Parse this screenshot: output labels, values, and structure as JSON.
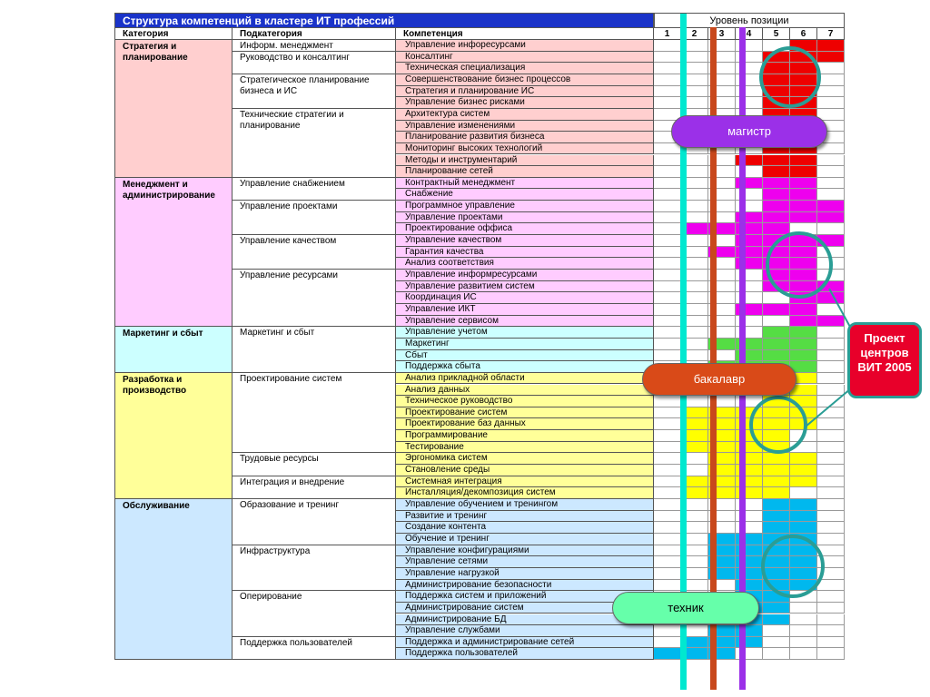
{
  "title": "Структура компетенций в кластере ИТ профессий",
  "level_title": "Уровень позиции",
  "headers": {
    "category": "Категория",
    "subcategory": "Подкатегория",
    "competency": "Компетенция"
  },
  "levels": [
    "1",
    "2",
    "3",
    "4",
    "5",
    "6",
    "7"
  ],
  "colors": {
    "red": "#ee0000",
    "magenta": "#ee00ee",
    "purple": "#8a2be2",
    "green": "#55dd44",
    "yellow": "#ffff00",
    "cyan": "#00b8ee",
    "cyan_line": "#00e8d0",
    "rust": "#c8481c",
    "violet": "#9b30e8",
    "circle": "#2a9d95",
    "title_bg": "#1a33c9"
  },
  "categories": [
    {
      "name": "Стратегия и планирование",
      "bg": "#ffcfcf",
      "color": "red",
      "subcategories": [
        {
          "name": "Информ. менеджмент",
          "rows": [
            {
              "c": "Управление инфоресурсами",
              "lv": [
                6,
                7
              ]
            }
          ]
        },
        {
          "name": "Руководство и консалтинг",
          "rows": [
            {
              "c": "Консалтинг",
              "lv": [
                5,
                6,
                7
              ]
            },
            {
              "c": "Техническая специализация",
              "lv": [
                5,
                6
              ]
            }
          ]
        },
        {
          "name": "Стратегическое планирование бизнеса и ИС",
          "rows": [
            {
              "c": "Совершенствование бизнес процессов",
              "lv": [
                5,
                6
              ]
            },
            {
              "c": "Стратегия и планирование ИС",
              "lv": [
                5,
                6
              ]
            },
            {
              "c": "Управление бизнес рисками",
              "lv": [
                5,
                6
              ]
            }
          ]
        },
        {
          "name": "Технические стратегии и планирование",
          "rows": [
            {
              "c": "Архитектура систем",
              "lv": [
                5,
                6
              ]
            },
            {
              "c": "Управление изменениями",
              "lv": [
                5,
                6
              ]
            },
            {
              "c": "Планирование развития бизнеса",
              "lv": [
                5,
                6
              ]
            },
            {
              "c": "Мониторинг высоких технологий",
              "lv": [
                5,
                6
              ]
            },
            {
              "c": "Методы и инструментарий",
              "lv": [
                4,
                5,
                6
              ]
            },
            {
              "c": "Планирование сетей",
              "lv": [
                5,
                6
              ]
            }
          ]
        }
      ]
    },
    {
      "name": "Менеджмент и администрирование",
      "bg": "#ffccff",
      "color": "magenta",
      "subcategories": [
        {
          "name": "Управление снабжением",
          "rows": [
            {
              "c": "Контрактный менеджмент",
              "lv": [
                4,
                5,
                6
              ]
            },
            {
              "c": "Снабжение",
              "lv": [
                5,
                6
              ]
            }
          ]
        },
        {
          "name": "Управление проектами",
          "rows": [
            {
              "c": "Программное управление",
              "lv": [
                5,
                6,
                7
              ]
            },
            {
              "c": "Управление проектами",
              "lv": [
                4,
                5,
                6,
                7
              ]
            },
            {
              "c": "Проектирование оффиса",
              "lv": [
                2,
                3,
                4,
                5
              ]
            }
          ]
        },
        {
          "name": "Управление качеством",
          "rows": [
            {
              "c": "Управление качеством",
              "lv": [
                4,
                5,
                6,
                7
              ]
            },
            {
              "c": "Гарантия качества",
              "lv": [
                3,
                4,
                5,
                6
              ]
            },
            {
              "c": "Анализ соответствия",
              "lv": [
                4,
                5,
                6
              ]
            }
          ]
        },
        {
          "name": "Управление ресурсами",
          "rows": [
            {
              "c": "Управление информресурсами",
              "lv": [
                5,
                6
              ]
            },
            {
              "c": "Управление развитием систем",
              "lv": [
                5,
                6,
                7
              ]
            },
            {
              "c": "Координация ИС",
              "lv": [
                6,
                7
              ]
            },
            {
              "c": "Управление ИКТ",
              "lv": [
                4,
                5,
                6
              ]
            },
            {
              "c": "Управление сервисом",
              "lv": [
                6,
                7
              ]
            }
          ]
        }
      ]
    },
    {
      "name": "Маркетинг и сбыт",
      "bg": "#ccffff",
      "color": "green",
      "subcategories": [
        {
          "name": "Маркетинг и сбыт",
          "rows": [
            {
              "c": "Управление учетом",
              "lv": [
                5,
                6
              ]
            },
            {
              "c": "Маркетинг",
              "lv": [
                3,
                4,
                5,
                6
              ]
            },
            {
              "c": "Сбыт",
              "lv": [
                4,
                5,
                6
              ]
            },
            {
              "c": "Поддержка сбыта",
              "lv": [
                3,
                4,
                5,
                6
              ]
            }
          ]
        }
      ]
    },
    {
      "name": "Разработка и производство",
      "bg": "#ffff99",
      "color": "yellow",
      "subcategories": [
        {
          "name": "Проектирование систем",
          "rows": [
            {
              "c": "Анализ прикладной области",
              "lv": [
                3,
                4,
                5,
                6
              ]
            },
            {
              "c": "Анализ данных",
              "lv": [
                3,
                4,
                5,
                6
              ]
            },
            {
              "c": "Техническое руководство",
              "lv": [
                5,
                6
              ]
            },
            {
              "c": "Проектирование систем",
              "lv": [
                2,
                3,
                4,
                5,
                6
              ]
            },
            {
              "c": "Проектирование баз данных",
              "lv": [
                2,
                3,
                4,
                5,
                6
              ]
            },
            {
              "c": "Программирование",
              "lv": [
                2,
                3,
                4,
                5
              ]
            },
            {
              "c": "Тестирование",
              "lv": [
                2,
                3,
                4,
                5
              ]
            }
          ]
        },
        {
          "name": "Трудовые ресурсы",
          "rows": [
            {
              "c": "Эргономика систем",
              "lv": [
                3,
                4,
                5,
                6
              ]
            },
            {
              "c": "Становление среды",
              "lv": [
                3,
                4,
                5,
                6
              ]
            }
          ]
        },
        {
          "name": "Интеграция и внедрение",
          "rows": [
            {
              "c": "Системная интеграция",
              "lv": [
                2,
                3,
                4,
                5,
                6
              ]
            },
            {
              "c": "Инсталляция/декомпозиция систем",
              "lv": [
                2,
                3,
                4,
                5
              ]
            }
          ]
        }
      ]
    },
    {
      "name": "Обслуживание",
      "bg": "#cce8ff",
      "color": "cyan",
      "subcategories": [
        {
          "name": "Образование и тренинг",
          "rows": [
            {
              "c": "Управление обучением и тренингом",
              "lv": [
                5,
                6
              ]
            },
            {
              "c": "Развитие и тренинг",
              "lv": [
                5,
                6
              ]
            },
            {
              "c": "Создание контента",
              "lv": [
                5,
                6
              ]
            },
            {
              "c": "Обучение и тренинг",
              "lv": [
                3,
                4,
                5,
                6
              ]
            }
          ]
        },
        {
          "name": "Инфраструктура",
          "rows": [
            {
              "c": "Управление конфигурациями",
              "lv": [
                3,
                4,
                5,
                6
              ]
            },
            {
              "c": "Управление сетями",
              "lv": [
                3,
                4,
                5,
                6
              ]
            },
            {
              "c": "Управление нагрузкой",
              "lv": [
                3,
                4,
                5,
                6
              ]
            },
            {
              "c": "Администрирование безопасности",
              "lv": [
                4,
                5,
                6
              ]
            }
          ]
        },
        {
          "name": "Оперирование",
          "rows": [
            {
              "c": "Поддержка систем и приложений",
              "lv": [
                4,
                5
              ]
            },
            {
              "c": "Администрирование систем",
              "lv": [
                3,
                4,
                5
              ]
            },
            {
              "c": "Администрирование БД",
              "lv": [
                2,
                3,
                4,
                5
              ]
            },
            {
              "c": "Управление службами",
              "lv": [
                3,
                4
              ]
            }
          ]
        },
        {
          "name": "Поддержка пользователей",
          "rows": [
            {
              "c": "Поддержка и администрирование сетей",
              "lv": [
                2,
                3,
                4
              ]
            },
            {
              "c": "Поддержка пользователей",
              "lv": [
                1,
                2,
                3
              ]
            }
          ]
        }
      ]
    }
  ],
  "labels": {
    "master": "магистр",
    "bachelor": "бакалавр",
    "technician": "техник",
    "project": "Проект центров ВИТ 2005"
  }
}
